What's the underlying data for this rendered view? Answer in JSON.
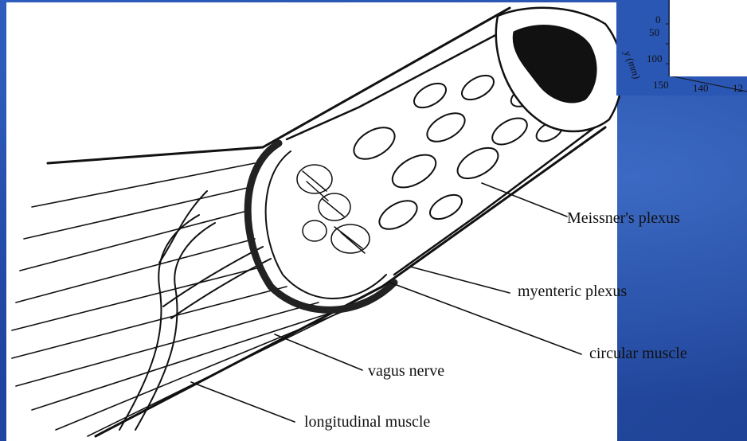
{
  "labels": {
    "meissner": "Meissner's plexus",
    "myenteric": "myenteric plexus",
    "circular": "circular muscle",
    "vagus": "vagus nerve",
    "longitudinal": "longitudinal muscle"
  },
  "inset": {
    "ylabel": "y (mm)",
    "y_ticks": [
      "0",
      "50",
      "100",
      "150"
    ],
    "x_ticks": [
      "140",
      "12"
    ]
  },
  "colors": {
    "slide_blue": "#2a56b4",
    "panel": "#ffffff",
    "ink": "#111111"
  }
}
